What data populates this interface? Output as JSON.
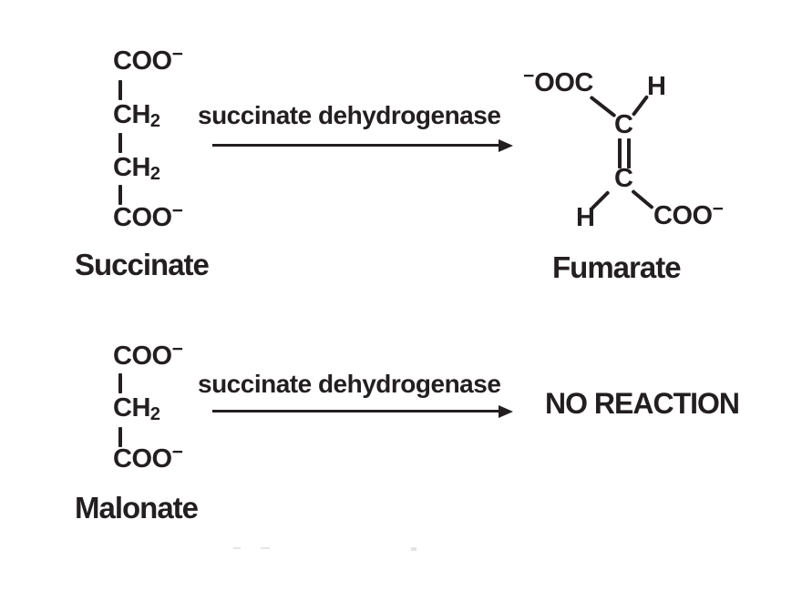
{
  "colors": {
    "ink": "#231f20",
    "background": "#ffffff"
  },
  "reaction1": {
    "substrate": {
      "name": "Succinate",
      "groups": [
        {
          "main": "COO",
          "sup": "−"
        },
        {
          "main": "CH",
          "sub": "2"
        },
        {
          "main": "CH",
          "sub": "2"
        },
        {
          "main": "COO",
          "sup": "−"
        }
      ]
    },
    "enzyme": "succinate dehydrogenase",
    "product": {
      "name": "Fumarate",
      "top_left": {
        "sup": "−",
        "main": "OOC"
      },
      "top_right": "H",
      "carbon_top": "C",
      "carbon_bottom": "C",
      "bottom_left": "H",
      "bottom_right": {
        "main": "COO",
        "sup": "−"
      }
    }
  },
  "reaction2": {
    "substrate": {
      "name": "Malonate",
      "groups": [
        {
          "main": "COO",
          "sup": "−"
        },
        {
          "main": "CH",
          "sub": "2"
        },
        {
          "main": "COO",
          "sup": "−"
        }
      ]
    },
    "enzyme": "succinate dehydrogenase",
    "result": "NO REACTION"
  }
}
